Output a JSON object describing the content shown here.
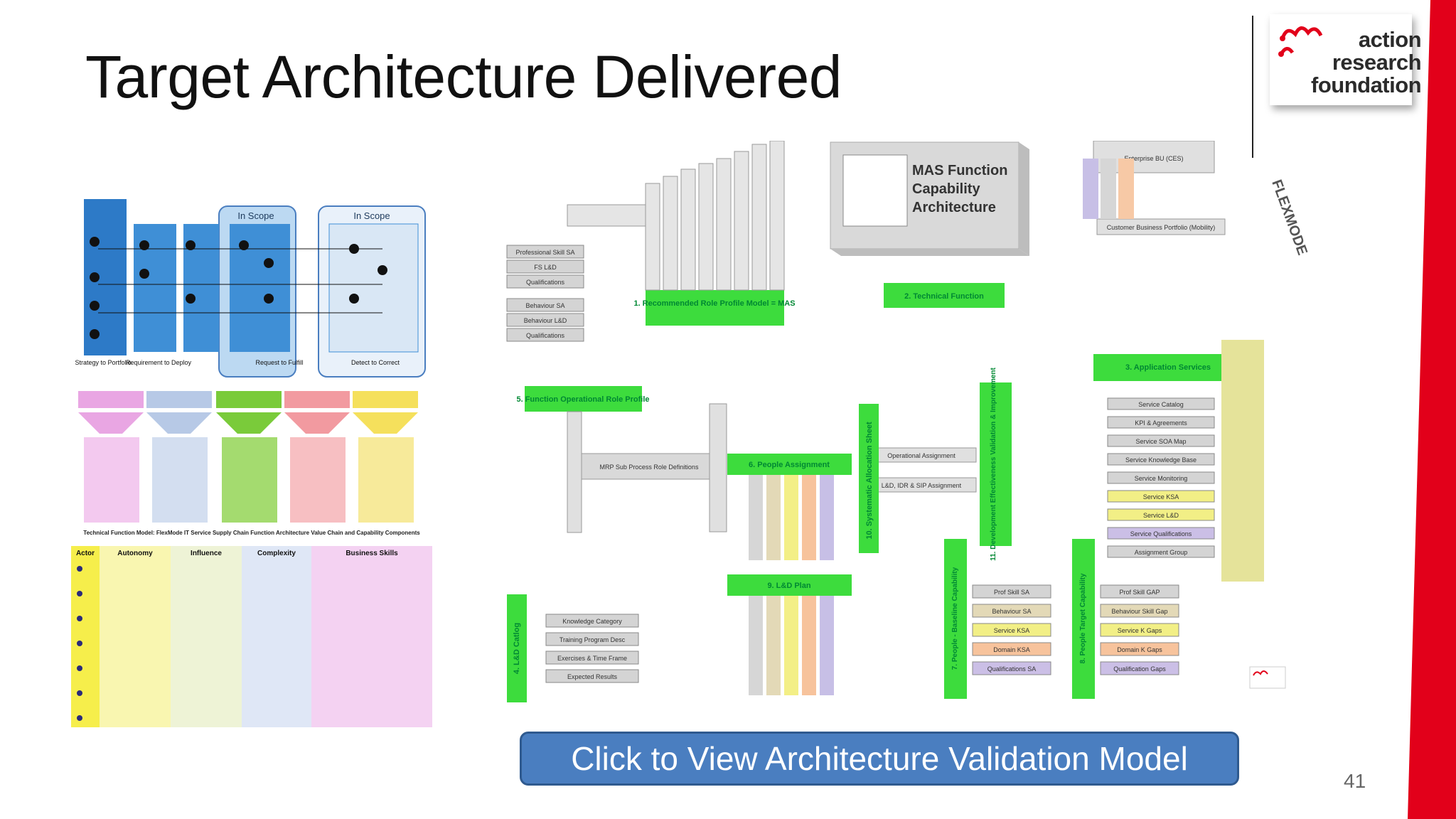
{
  "slide": {
    "title": "Target Architecture Delivered",
    "page_number": "41",
    "cta_label": "Click to View Architecture Validation Model"
  },
  "logo": {
    "line1": "action",
    "line2": "research",
    "line3": "foundation",
    "brand_red": "#e2001a"
  },
  "left_figure": {
    "scope_label_1": "In Scope",
    "scope_label_2": "In Scope",
    "stage_labels": [
      "Strategy to Portfolio",
      "Requirement to Deploy",
      "Request to Fulfill",
      "Detect to Correct"
    ],
    "chain_caption": "Technical Function Model: FlexMode IT Service Supply Chain Function Architecture Value Chain and Capability Components",
    "table_headers": [
      "Actor",
      "Autonomy",
      "Influence",
      "Complexity",
      "Business Skills"
    ]
  },
  "right_figure": {
    "title_box": "MAS Function Capability Architecture",
    "brand_mark": "FLEXMODE",
    "nodes": [
      {
        "label": "1. Recommended Role Profile Model = MAS",
        "color": "#3ddc3d"
      },
      {
        "label": "2. Technical Function",
        "color": "#3ddc3d"
      },
      {
        "label": "3. Application Services",
        "color": "#3ddc3d"
      },
      {
        "label": "4. L&D Catlog",
        "color": "#3ddc3d"
      },
      {
        "label": "5. Function Operational Role Profile",
        "color": "#3ddc3d"
      },
      {
        "label": "6. People Assignment",
        "color": "#3ddc3d"
      },
      {
        "label": "7. People - Baseline Capability",
        "color": "#3ddc3d"
      },
      {
        "label": "8. People Target Capability",
        "color": "#3ddc3d"
      },
      {
        "label": "9. L&D Plan",
        "color": "#3ddc3d"
      },
      {
        "label": "10. Systematic Allocation Sheet",
        "color": "#3ddc3d"
      },
      {
        "label": "11. Development Effectiveness Validation & Improvement",
        "color": "#3ddc3d"
      }
    ],
    "left_stack": [
      "Professional Skill SA",
      "FS L&D",
      "Qualifications",
      "Behaviour SA",
      "Behaviour L&D",
      "Qualifications"
    ],
    "service_stack": [
      "Service Catalog",
      "KPI & Agreements",
      "Service SOA Map",
      "Service Knowledge Base",
      "Service Monitoring",
      "Service KSA",
      "Service L&D",
      "Service Qualifications",
      "Assignment Group"
    ],
    "catalog_stack": [
      "Knowledge Category",
      "Training Program Desc",
      "Exercises & Time Frame",
      "Expected Results"
    ],
    "baseline_stack": [
      "Prof Skill SA",
      "Behaviour SA",
      "Service KSA",
      "Domain KSA",
      "Qualifications SA"
    ],
    "target_stack": [
      "Prof Skill GAP",
      "Behaviour Skill Gap",
      "Service K Gaps",
      "Domain K Gaps",
      "Qualification Gaps"
    ],
    "assignment_labels": [
      "Operational Assignment",
      "L&D, IDR & SIP Assignment"
    ],
    "role_definitions": "MRP Sub Process Role Definitions",
    "customer_portfolio": "Customer Business Portfolio (Mobility)",
    "enterprise_bu": "Enterprise BU (CES)"
  }
}
